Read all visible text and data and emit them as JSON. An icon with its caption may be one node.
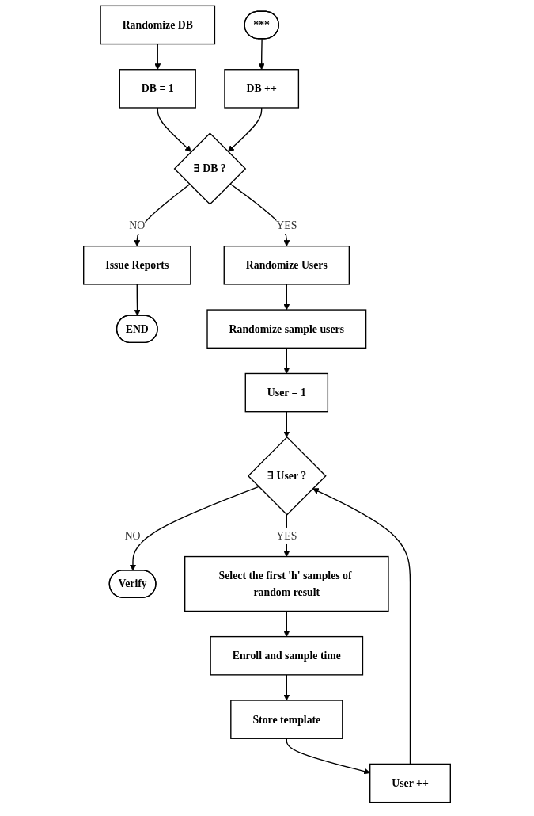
{
  "diagram": {
    "nodes": [
      {
        "text": [
          "Randomize DB"
        ]
      },
      {
        "text": [
          "DB = 1"
        ]
      },
      {
        "text": [
          "DB ++"
        ]
      },
      {
        "text": [
          "***"
        ]
      },
      {
        "text": [
          "∃ DB ?"
        ]
      },
      {
        "text": [
          "Issue Reports"
        ]
      },
      {
        "text": [
          "END"
        ]
      },
      {
        "text": [
          "Randomize Users"
        ]
      },
      {
        "text": [
          "Randomize sample users"
        ]
      },
      {
        "text": [
          "User = 1"
        ]
      },
      {
        "text": [
          "Verify"
        ]
      },
      {
        "text": [
          "∃ User ?"
        ]
      },
      {
        "text": [
          "Select the first 'h' samples of random result"
        ]
      },
      {
        "text": [
          "Enroll and sample time"
        ]
      },
      {
        "text": [
          "Store template"
        ]
      },
      {
        "text": [
          "User ++"
        ]
      }
    ],
    "edges": [
      {
        "from": 0,
        "to": 1,
        "arrow": "to"
      },
      {
        "from": 1,
        "to": 4,
        "arrow": "to"
      },
      {
        "from": 3,
        "to": 2,
        "arrow": "to"
      },
      {
        "from": 2,
        "to": 4,
        "arrow": "to"
      },
      {
        "from": 4,
        "to": 5,
        "label": "NO",
        "arrow": "to"
      },
      {
        "from": 5,
        "to": 6,
        "arrow": "to"
      },
      {
        "from": 4,
        "to": 7,
        "label": "YES",
        "arrow": "to"
      },
      {
        "from": 7,
        "to": 8,
        "arrow": "to"
      },
      {
        "from": 8,
        "to": 9,
        "arrow": "to"
      },
      {
        "from": 9,
        "to": 11,
        "arrow": "to"
      },
      {
        "from": 11,
        "to": 10,
        "label": "NO",
        "arrow": "to"
      },
      {
        "from": 11,
        "to": 12,
        "label": "YES",
        "arrow": "to"
      },
      {
        "from": 12,
        "to": 13,
        "arrow": "to"
      },
      {
        "from": 13,
        "to": 14,
        "arrow": "to"
      },
      {
        "from": 14,
        "to": 15,
        "arrow": "to"
      },
      {
        "from": 15,
        "to": 11,
        "arrow": "to"
      }
    ]
  }
}
